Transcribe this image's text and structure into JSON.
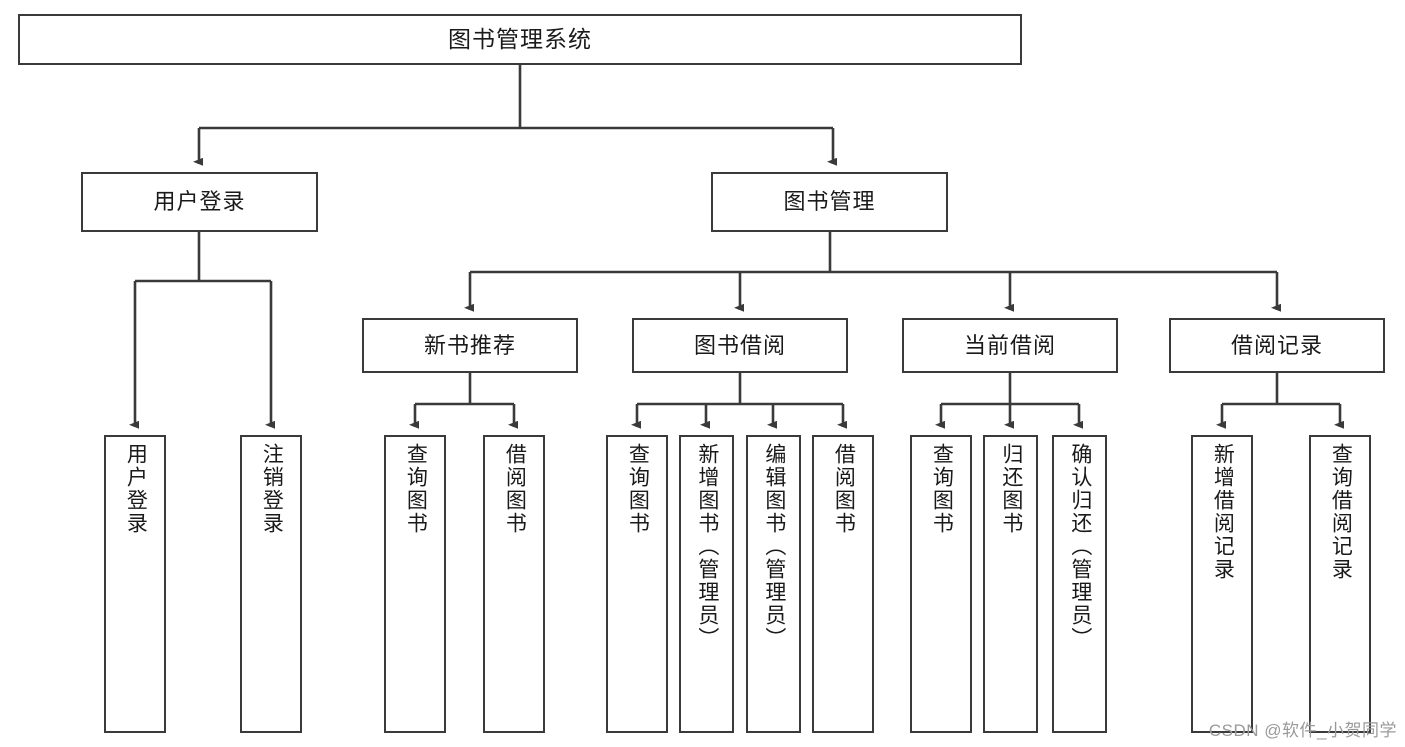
{
  "diagram": {
    "type": "hierarchy-tree",
    "title": "图书管理系统",
    "watermark": "CSDN @软件_小贺同学",
    "colors": {
      "background": "#ffffff",
      "box_border": "#3a3a3a",
      "box_fill": "#ffffff",
      "edge": "#3a3a3a",
      "text": "#1a1a1a",
      "watermark": "#9a9a9a"
    },
    "nodes": {
      "root": {
        "label": "图书管理系统"
      },
      "level1": [
        {
          "id": "user-login",
          "label": "用户登录"
        },
        {
          "id": "book-manage",
          "label": "图书管理"
        }
      ],
      "level2": [
        {
          "id": "new-book-rec",
          "label": "新书推荐"
        },
        {
          "id": "book-borrow",
          "label": "图书借阅"
        },
        {
          "id": "current-borrow",
          "label": "当前借阅"
        },
        {
          "id": "borrow-record",
          "label": "借阅记录"
        }
      ],
      "leaves": {
        "user_login": [
          {
            "id": "leaf-user-login",
            "label": "用户登录"
          },
          {
            "id": "leaf-logout",
            "label": "注销登录"
          }
        ],
        "new_book_rec": [
          {
            "id": "leaf-query-book-1",
            "label": "查询图书"
          },
          {
            "id": "leaf-borrow-book-1",
            "label": "借阅图书"
          }
        ],
        "book_borrow": [
          {
            "id": "leaf-query-book-2",
            "label": "查询图书"
          },
          {
            "id": "leaf-add-book",
            "label": "新增图书（管理员）"
          },
          {
            "id": "leaf-edit-book",
            "label": "编辑图书（管理员）"
          },
          {
            "id": "leaf-borrow-book-2",
            "label": "借阅图书"
          }
        ],
        "current_borrow": [
          {
            "id": "leaf-query-book-3",
            "label": "查询图书"
          },
          {
            "id": "leaf-return-book",
            "label": "归还图书"
          },
          {
            "id": "leaf-confirm-return",
            "label": "确认归还（管理员）"
          }
        ],
        "borrow_record": [
          {
            "id": "leaf-add-record",
            "label": "新增借阅记录"
          },
          {
            "id": "leaf-query-record",
            "label": "查询借阅记录"
          }
        ]
      }
    }
  }
}
